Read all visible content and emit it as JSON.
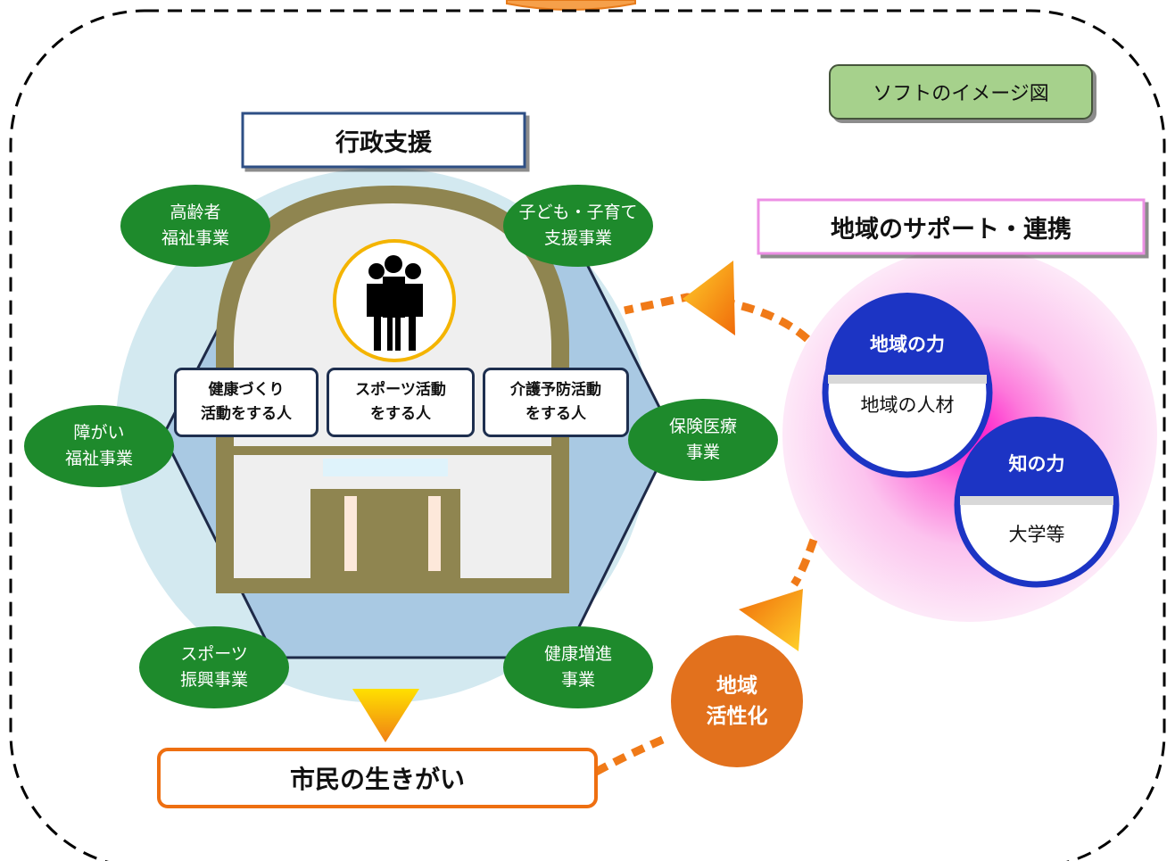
{
  "soft_image_label": "ソフトのイメージ図",
  "admin_support": "行政支援",
  "regional_support": "地域のサポート・連携",
  "citizen_purpose": "市民の生きがい",
  "regional_revitalization": {
    "line1": "地域",
    "line2": "活性化"
  },
  "services": [
    {
      "line1": "高齢者",
      "line2": "福祉事業"
    },
    {
      "line1": "子ども・子育て",
      "line2": "支援事業"
    },
    {
      "line1": "障がい",
      "line2": "福祉事業"
    },
    {
      "line1": "保険医療",
      "line2": "事業"
    },
    {
      "line1": "スポーツ",
      "line2": "振興事業"
    },
    {
      "line1": "健康増進",
      "line2": "事業"
    }
  ],
  "activities": [
    {
      "line1": "健康づくり",
      "line2": "活動をする人"
    },
    {
      "line1": "スポーツ活動",
      "line2": "をする人"
    },
    {
      "line1": "介護予防活動",
      "line2": "をする人"
    }
  ],
  "community_power": {
    "title": "地域の力",
    "content": "地域の人材"
  },
  "knowledge_power": {
    "title": "知の力",
    "content": "大学等"
  },
  "colors": {
    "service_green": "#1e8a2c",
    "hex_fill": "#a9c9e3",
    "outer_circle": "#d3e9f0",
    "building": "#8f8550",
    "power_blue": "#1c34c4",
    "accent_orange": "#e2711d"
  }
}
